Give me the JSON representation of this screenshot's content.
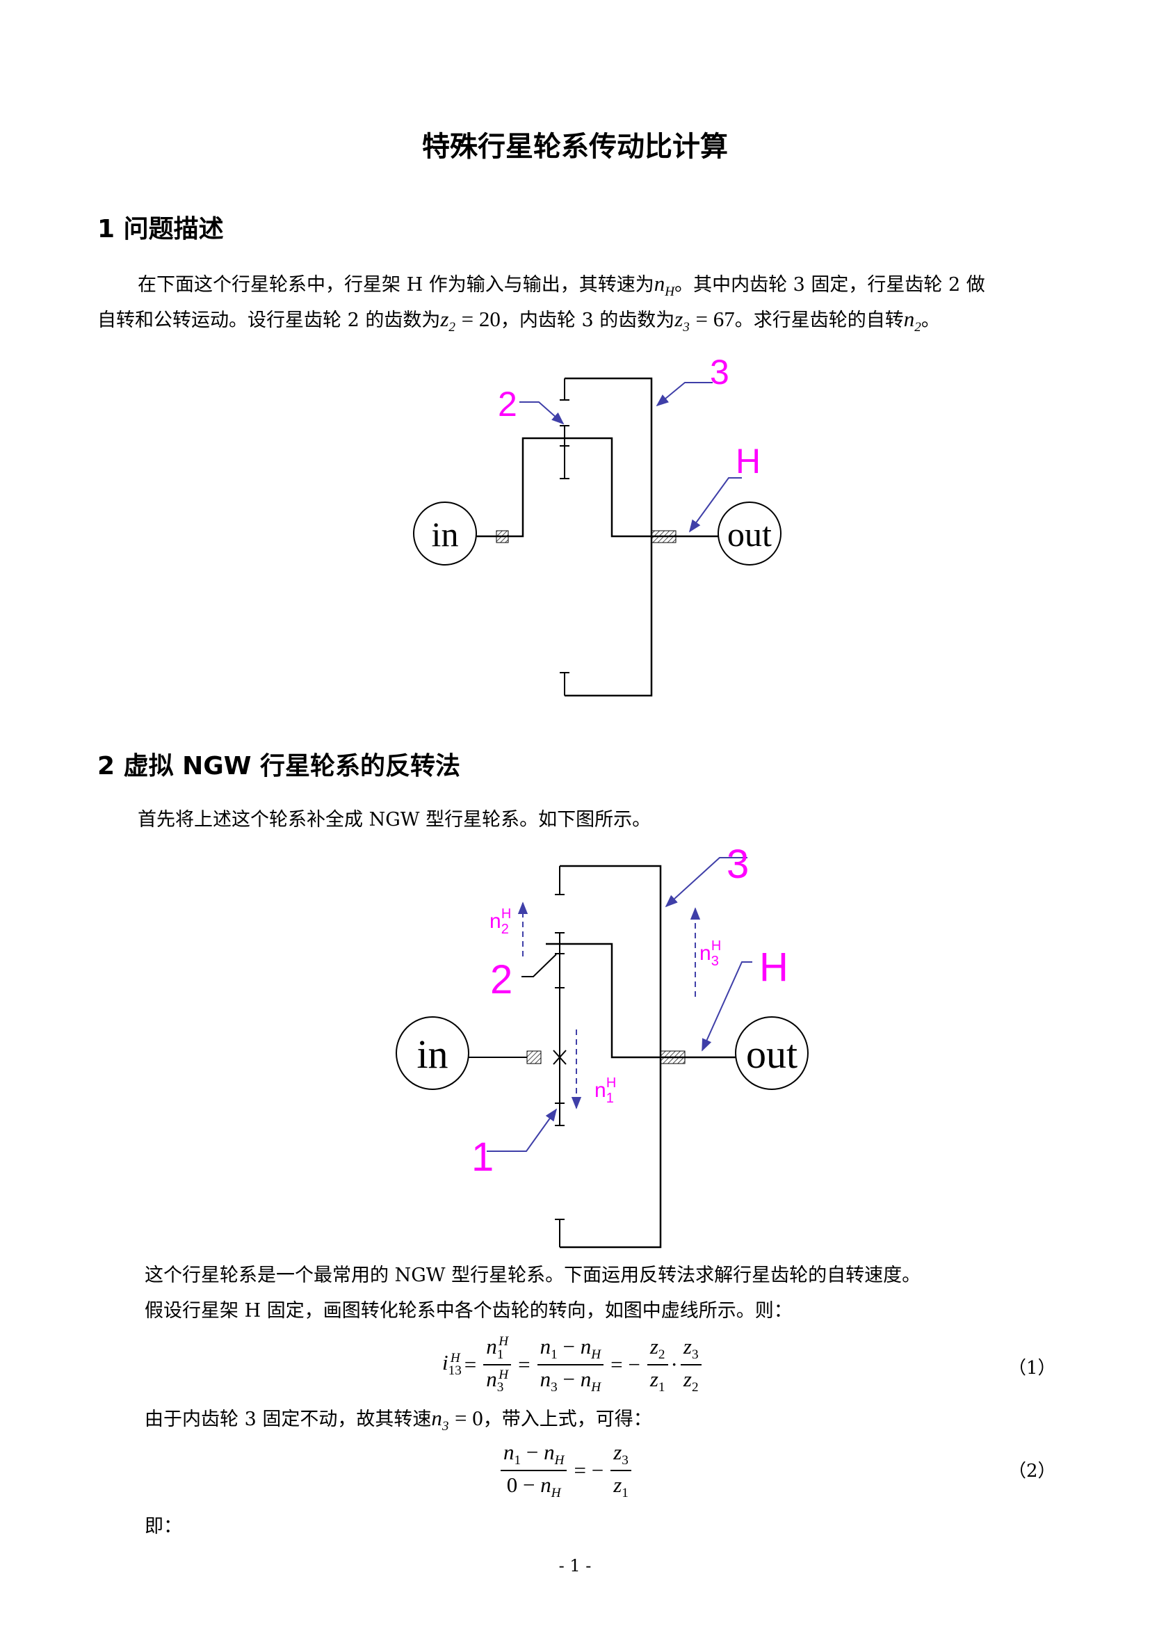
{
  "title": "特殊行星轮系传动比计算",
  "section1": {
    "heading": "1 问题描述",
    "line1_a": "在下面这个行星轮系中，行星架 H 作为输入与输出，其转速为",
    "line1_b": "。其中内齿轮 3 固定，行星齿轮 2 做",
    "line2_a": "自转和公转运动。设行星齿轮 2 的齿数为",
    "line2_b": "，内齿轮 3 的齿数为",
    "line2_c": "。求行星齿轮的自转",
    "line2_d": "。",
    "z2": "= 20",
    "z3": "= 67"
  },
  "figure1": {
    "label_2": "2",
    "label_3": "3",
    "label_H": "H",
    "label_in": "in",
    "label_out": "out"
  },
  "section2": {
    "heading": "2 虚拟 NGW 行星轮系的反转法",
    "intro": "首先将上述这个轮系补全成 NGW 型行星轮系。如下图所示。",
    "after1": "这个行星轮系是一个最常用的 NGW 型行星轮系。下面运用反转法求解行星齿轮的自转速度。",
    "after2": "假设行星架 H 固定，画图转化轮系中各个齿轮的转向，如图中虚线所示。则：",
    "eq1_number": "（1）",
    "after3_a": "由于内齿轮 3 固定不动，故其转速",
    "after3_b": "，带入上式，可得：",
    "n3_value": "= 0",
    "eq2_number": "（2）",
    "after4": "即："
  },
  "figure2": {
    "label_1": "1",
    "label_2": "2",
    "label_3": "3",
    "label_H": "H",
    "label_in": "in",
    "label_out": "out",
    "n1H": "n",
    "n2H": "n",
    "n3H": "n"
  },
  "page_number": "- 1 -",
  "colors": {
    "label_magenta": "#ff00ff",
    "arrow_blue": "#3f3fa8",
    "line": "#000000"
  }
}
